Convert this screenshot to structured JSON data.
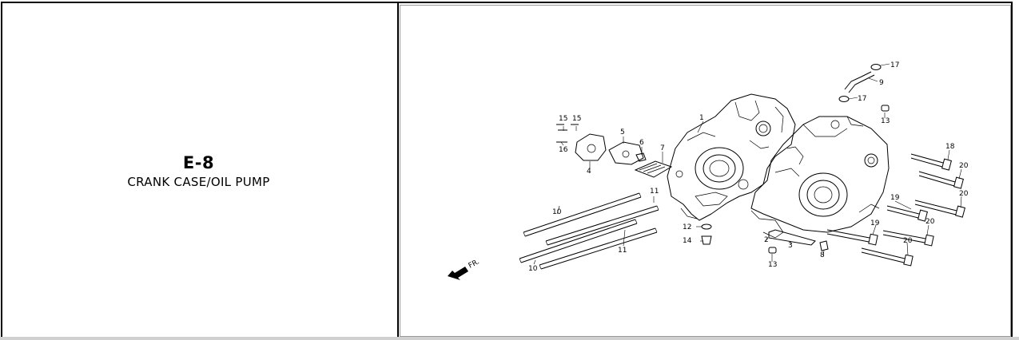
{
  "section": {
    "code": "E-8",
    "title": "CRANK CASE/OIL PUMP"
  },
  "diagram": {
    "front_label": "FR.",
    "callouts": [
      {
        "id": "c1",
        "text": "1"
      },
      {
        "id": "c2",
        "text": "2"
      },
      {
        "id": "c3",
        "text": "3"
      },
      {
        "id": "c4",
        "text": "4"
      },
      {
        "id": "c5",
        "text": "5"
      },
      {
        "id": "c6",
        "text": "6"
      },
      {
        "id": "c7",
        "text": "7"
      },
      {
        "id": "c8",
        "text": "8"
      },
      {
        "id": "c9",
        "text": "9"
      },
      {
        "id": "c10a",
        "text": "10"
      },
      {
        "id": "c10b",
        "text": "10"
      },
      {
        "id": "c11a",
        "text": "11"
      },
      {
        "id": "c11b",
        "text": "11"
      },
      {
        "id": "c12",
        "text": "12"
      },
      {
        "id": "c13a",
        "text": "13"
      },
      {
        "id": "c13b",
        "text": "13"
      },
      {
        "id": "c14",
        "text": "14"
      },
      {
        "id": "c15a",
        "text": "15"
      },
      {
        "id": "c15b",
        "text": "15"
      },
      {
        "id": "c16",
        "text": "16"
      },
      {
        "id": "c17a",
        "text": "17"
      },
      {
        "id": "c17b",
        "text": "17"
      },
      {
        "id": "c18",
        "text": "18"
      },
      {
        "id": "c19a",
        "text": "19"
      },
      {
        "id": "c19b",
        "text": "19"
      },
      {
        "id": "c20a",
        "text": "20"
      },
      {
        "id": "c20b",
        "text": "20"
      },
      {
        "id": "c20c",
        "text": "20"
      },
      {
        "id": "c20d",
        "text": "20"
      }
    ]
  }
}
